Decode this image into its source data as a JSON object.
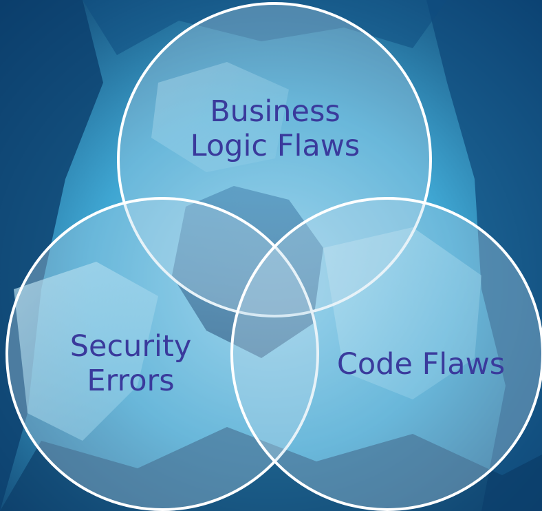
{
  "diagram": {
    "type": "venn",
    "sets": [
      {
        "id": "business",
        "label": "Business\nLogic Flaws"
      },
      {
        "id": "security",
        "label": "Security\nErrors"
      },
      {
        "id": "code",
        "label": "Code Flaws"
      }
    ]
  },
  "colors": {
    "label_text": "#3a3a9c",
    "circle_stroke": "#ffffff",
    "circle_fill": "#b9d9ec",
    "background_dark": "#0a3a66",
    "background_mid": "#2d8fbe",
    "background_light": "#8fd3ee"
  }
}
